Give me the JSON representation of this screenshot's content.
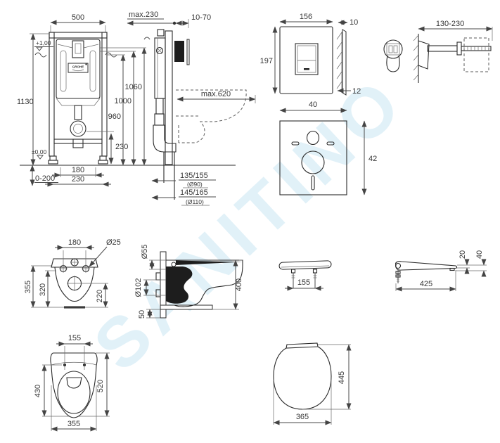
{
  "watermark": "SANITINO",
  "frame_front": {
    "width": "500",
    "height": "1130",
    "level_top": "+1,00",
    "level_floor": "±0,00",
    "drain_height": "230",
    "bolt_spacing": "180",
    "drain_offset": "230",
    "feet_range": "0-200",
    "brand": "GROHE"
  },
  "frame_side": {
    "wall_distance": "max.230",
    "actuation_depth": "10-70",
    "h_outer": "1060",
    "h_mid": "1000",
    "h_inner": "960",
    "bowl_reach": "max.620",
    "outlet_a": "135/155",
    "outlet_a_dia": "(Ø90)",
    "outlet_b": "145/165",
    "outlet_b_dia": "(Ø110)"
  },
  "flush_plate": {
    "width": "156",
    "height": "197",
    "thickness": "10",
    "depth": "12"
  },
  "wall_bracket": {
    "range": "130-230"
  },
  "insulation_mat": {
    "width": "40",
    "height": "42"
  },
  "bowl_rear": {
    "bolt_spacing": "180",
    "bolt_dia": "Ø25",
    "height": "355",
    "rim_height": "320",
    "drain_height": "220"
  },
  "bowl_side": {
    "inlet_dia": "Ø55",
    "outlet_dia": "Ø102",
    "height": "400",
    "base_offset": "50"
  },
  "seat_front": {
    "hinge_spacing": "155"
  },
  "seat_side": {
    "length": "425",
    "rear_thickness": "20",
    "total_thickness": "40"
  },
  "bowl_top": {
    "bolt_spacing": "155",
    "inner_length": "430",
    "length": "520",
    "width": "355"
  },
  "seat_top": {
    "width": "365",
    "length": "445"
  }
}
